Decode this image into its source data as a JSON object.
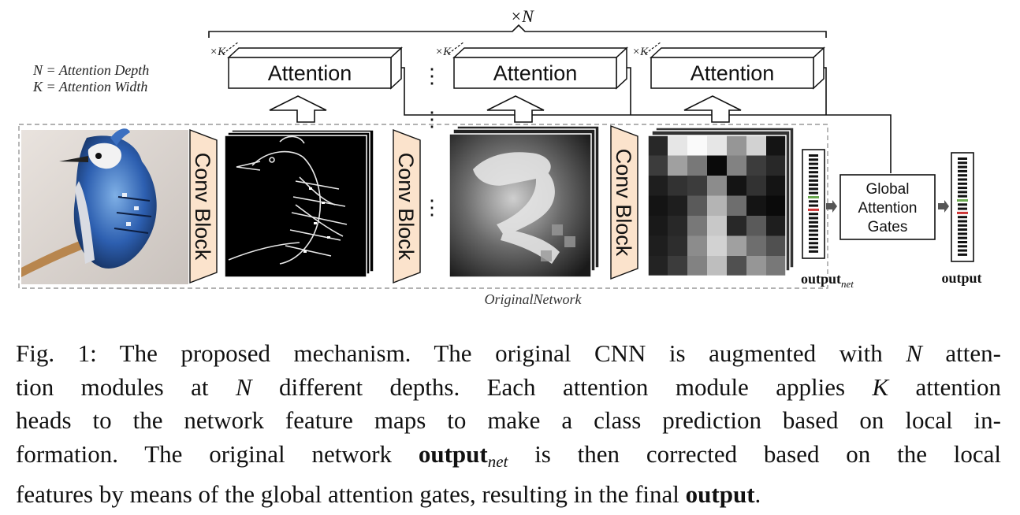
{
  "diagram": {
    "top_brace_label": "×N",
    "legend": {
      "n_line": "N = Attention Depth",
      "k_line": "K = Attention Width"
    },
    "attention_modules": [
      {
        "label": "Attention",
        "width_marker": "×K"
      },
      {
        "label": "Attention",
        "width_marker": "×K"
      },
      {
        "label": "Attention",
        "width_marker": "×K"
      }
    ],
    "conv_blocks": [
      {
        "label": "Conv Block"
      },
      {
        "label": "Conv Block"
      },
      {
        "label": "Conv Block"
      }
    ],
    "global_gates": {
      "line1": "Global",
      "line2": "Attention",
      "line3": "Gates"
    },
    "output_net_label": {
      "main": "output",
      "sub": "net"
    },
    "output_label": "output",
    "network_label": "OriginalNetwork",
    "ellipsis": "⋮",
    "colors": {
      "conv_fill": "#fbe3cc",
      "positive_bar": "#6aa84f",
      "negative_bar": "#cc3333",
      "dashed_border": "#999999"
    }
  },
  "caption": {
    "prefix": "Fig. 1: The proposed mechanism. The original CNN is augmented with",
    "N1": "N",
    "part1": "atten-",
    "part2": "tion modules at",
    "N2": "N",
    "part3": "different depths. Each attention module applies",
    "K": "K",
    "part4": "attention",
    "line3": "heads to the network feature maps to make a class prediction based on local in-",
    "part5": "formation. The original network",
    "bold_output": "output",
    "bold_output_sub": "net",
    "part6": "is then corrected based on the local",
    "part7": "features by means of the global attention gates, resulting in the final",
    "bold_output2": "output",
    "end": "."
  }
}
